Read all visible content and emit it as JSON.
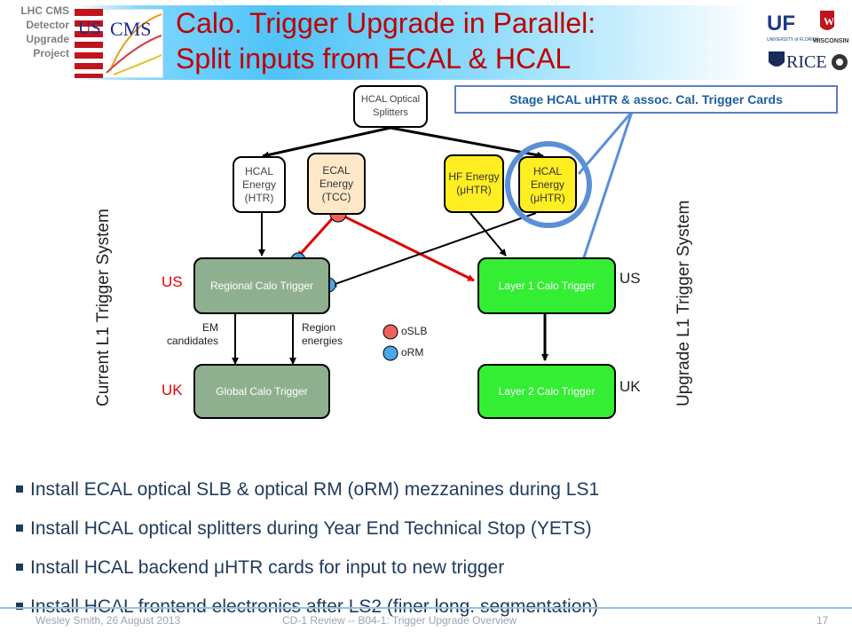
{
  "header": {
    "project_label": [
      "LHC CMS",
      "Detector",
      "Upgrade",
      "Project"
    ],
    "title_line1": "Calo. Trigger Upgrade in Parallel:",
    "title_line2": "Split inputs from ECAL & HCAL",
    "logo_uf": "UF",
    "logo_uf_sub": "UNIVERSITY of FLORIDA",
    "logo_wisconsin": "WISCONSIN",
    "logo_rice": "RICE",
    "logo_cms_us": "US",
    "logo_cms": "CMS"
  },
  "diagram": {
    "splitters": "HCAL Optical Splitters",
    "hcal_htr": "HCAL Energy (HTR)",
    "ecal_tcc": "ECAL Energy (TCC)",
    "hf_uhtr": "HF Energy (μHTR)",
    "hcal_uhtr": "HCAL Energy (μHTR)",
    "rct": "Regional Calo Trigger",
    "gct": "Global Calo Trigger",
    "layer1": "Layer 1 Calo Trigger",
    "layer2": "Layer 2 Calo Trigger",
    "em_candidates": "EM candidates",
    "region_energies": "Region energies",
    "legend_oslb": "oSLB",
    "legend_orm": "oRM",
    "left_us": "US",
    "left_uk": "UK",
    "right_us": "US",
    "right_uk": "UK",
    "current_system": "Current L1 Trigger System",
    "upgrade_system": "Upgrade L1 Trigger System",
    "callout": "Stage HCAL uHTR & assoc. Cal. Trigger Cards"
  },
  "bullets": [
    "Install ECAL optical SLB & optical RM (oRM) mezzanines during LS1",
    "Install HCAL optical splitters during Year End Technical Stop (YETS)",
    "Install HCAL backend μHTR cards for input to new trigger",
    "Install HCAL frontend electronics after LS2 (finer long. segmentation)"
  ],
  "footer": {
    "author": "Wesley Smith, 26 August 2013",
    "review": "CD-1 Review -- B04-1: Trigger Upgrade Overview",
    "page": "17"
  },
  "colors": {
    "title": "#c00000",
    "oslb": "#f06060",
    "orm": "#4aa8e8",
    "red_arrow": "#e00000",
    "highlight_circle": "#5b8fd8"
  }
}
